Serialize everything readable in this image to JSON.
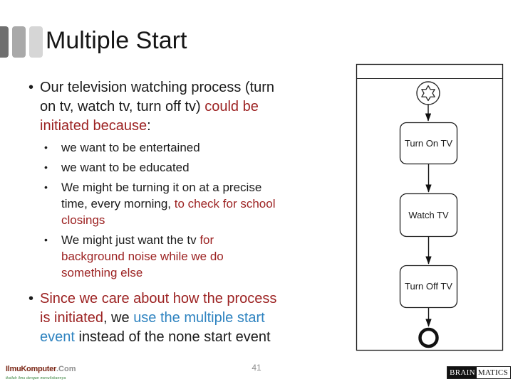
{
  "slide": {
    "title": "Multiple Start",
    "page_number": "41"
  },
  "colors": {
    "text": "#1b1b1b",
    "red": "#9c2222",
    "blue": "#2e83c0",
    "title_squares": [
      "#6f6f6f",
      "#a9a9a9",
      "#d6d6d6"
    ]
  },
  "bullets": [
    {
      "level": 1,
      "segments": [
        {
          "text": "Our television watching process (turn\non tv, watch tv, turn off tv) ",
          "color": "text"
        },
        {
          "text": "could be\ninitiated because",
          "color": "red"
        },
        {
          "text": ":",
          "color": "text"
        }
      ]
    },
    {
      "level": 2,
      "segments": [
        {
          "text": "we want to be entertained",
          "color": "text"
        }
      ]
    },
    {
      "level": 2,
      "segments": [
        {
          "text": "we want to be educated",
          "color": "text"
        }
      ]
    },
    {
      "level": 2,
      "segments": [
        {
          "text": "We might be turning it on at a precise\ntime, every morning, ",
          "color": "text"
        },
        {
          "text": "to check for school\nclosings",
          "color": "red"
        }
      ]
    },
    {
      "level": 2,
      "segments": [
        {
          "text": "We might just want the tv ",
          "color": "text"
        },
        {
          "text": "for\nbackground noise while we do\nsomething else",
          "color": "red"
        }
      ]
    },
    {
      "level": 1,
      "segments": [
        {
          "text": "Since we care about how the process\nis initiated",
          "color": "red"
        },
        {
          "text": ", we ",
          "color": "text"
        },
        {
          "text": "use the multiple start\nevent",
          "color": "blue"
        },
        {
          "text": " instead of the none start event",
          "color": "text"
        }
      ]
    }
  ],
  "diagram": {
    "tasks": [
      {
        "label": "Turn On TV"
      },
      {
        "label": "Watch TV"
      },
      {
        "label": "Turn Off TV"
      }
    ]
  },
  "footer": {
    "logo_left": {
      "name": "IlmuKomputer",
      "suffix": ".Com",
      "tagline": "ikatlah ilmu dengan menuliskannya"
    },
    "logo_right": {
      "part1": "BRAIN",
      "part2": "MATICS"
    }
  }
}
